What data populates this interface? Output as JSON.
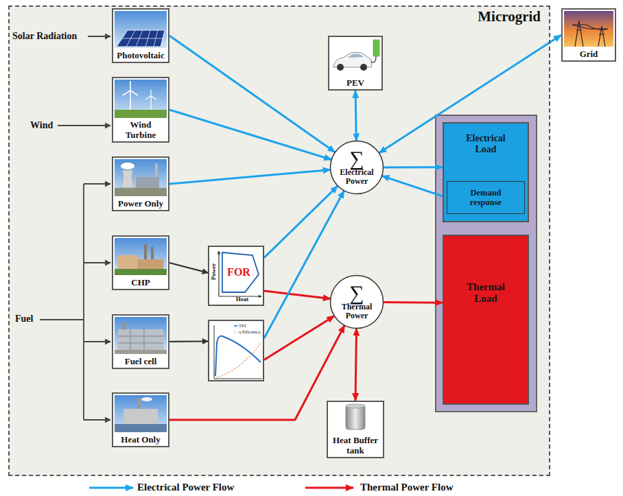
{
  "diagram": {
    "nodes": [
      {
        "text": [
          "Microgrid"
        ]
      },
      {
        "text": [
          "Photovoltaic"
        ],
        "in": 0
      },
      {
        "text": [
          "Wind Turbine"
        ],
        "in": 0
      },
      {
        "text": [
          "Power Only"
        ],
        "in": 0
      },
      {
        "text": [
          "CHP"
        ],
        "in": 0
      },
      {
        "text": [
          "Fuel cell"
        ],
        "in": 0
      },
      {
        "text": [
          "Heat Only"
        ],
        "in": 0
      },
      {
        "text": [
          "FOR",
          "Power",
          "Heat"
        ],
        "in": 0
      },
      {
        "text": [
          "TEC",
          "η Efficiency"
        ],
        "in": 0
      },
      {
        "text": [
          "PEV"
        ],
        "in": 0
      },
      {
        "text": [
          "∑",
          "Electrical Power"
        ],
        "in": 0
      },
      {
        "text": [
          "∑",
          "Thermal Power"
        ],
        "in": 0
      },
      {
        "text": [
          "Heat Buffer tank"
        ],
        "in": 0
      },
      {
        "text": [
          "Electrical Load"
        ],
        "in": 0
      },
      {
        "text": [
          "Demand response"
        ],
        "in": 13
      },
      {
        "text": [
          "Thermal Load"
        ],
        "in": 0
      },
      {
        "text": [
          "Grid"
        ]
      }
    ],
    "edges": [
      {
        "from": 1,
        "to": 10,
        "arrow": "to"
      },
      {
        "from": 2,
        "to": 10,
        "arrow": "to"
      },
      {
        "from": 3,
        "to": 10,
        "arrow": "to"
      },
      {
        "from": 4,
        "to": 7,
        "arrow": "to"
      },
      {
        "from": 7,
        "to": 10,
        "arrow": "to"
      },
      {
        "from": 7,
        "to": 11,
        "arrow": "to"
      },
      {
        "from": 5,
        "to": 8,
        "arrow": "to"
      },
      {
        "from": 8,
        "to": 10,
        "arrow": "to"
      },
      {
        "from": 8,
        "to": 11,
        "arrow": "to"
      },
      {
        "from": 6,
        "to": 11,
        "arrow": "to"
      },
      {
        "from": 9,
        "to": 10,
        "arrow": "both"
      },
      {
        "from": 10,
        "to": 16,
        "arrow": "both"
      },
      {
        "from": 10,
        "to": 13,
        "arrow": "to"
      },
      {
        "from": 14,
        "to": 10,
        "arrow": "to"
      },
      {
        "from": 11,
        "to": 15,
        "arrow": "to"
      },
      {
        "from": 11,
        "to": 12,
        "arrow": "both"
      }
    ],
    "labels": [
      "Solar Radiation",
      "Wind",
      "Fuel"
    ],
    "legend": [
      {
        "text": "Electrical Power Flow"
      },
      {
        "text": "Thermal Power Flow"
      }
    ]
  }
}
